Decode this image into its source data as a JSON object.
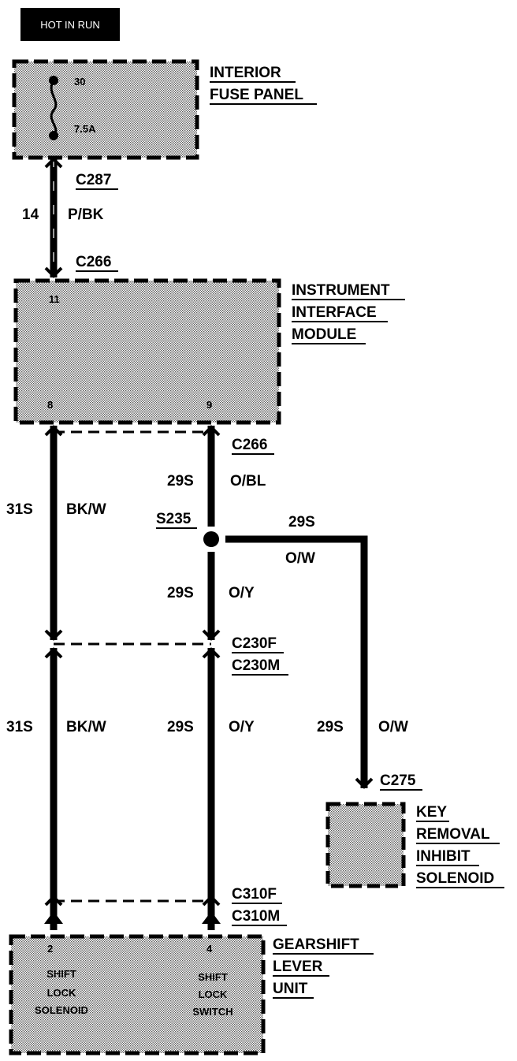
{
  "header_badge": "HOT IN RUN",
  "fuse_panel": {
    "title_lines": [
      "INTERIOR",
      "FUSE PANEL"
    ],
    "fuse_top": "30",
    "fuse_rating": "7.5A"
  },
  "connectors": {
    "c287": "C287",
    "c266_top": "C266",
    "c266_bottom": "C266",
    "c230f": "C230F",
    "c230m": "C230M",
    "c310f": "C310F",
    "c310m": "C310M",
    "c275": "C275"
  },
  "splice": "S235",
  "wires": {
    "feed_circuit": "14",
    "feed_color": "P/BK",
    "left_upper_circuit": "31S",
    "left_upper_color": "BK/W",
    "mid_upper_circuit": "29S",
    "mid_upper_color": "O/BL",
    "branch_circuit": "29S",
    "branch_color": "O/W",
    "mid_lower_circuit": "29S",
    "mid_lower_color": "O/Y",
    "left_lower_circuit": "31S",
    "left_lower_color": "BK/W",
    "mid_bottom_circuit": "29S",
    "mid_bottom_color": "O/Y",
    "right_circuit": "29S",
    "right_color": "O/W"
  },
  "iim": {
    "title_lines": [
      "INSTRUMENT",
      "INTERFACE",
      "MODULE"
    ],
    "pin_top": "11",
    "pin_left": "8",
    "pin_right": "9"
  },
  "krs": {
    "title_lines": [
      "KEY",
      "REMOVAL",
      "INHIBIT",
      "SOLENOID"
    ]
  },
  "gearshift": {
    "title_lines": [
      "GEARSHIFT",
      "LEVER",
      "UNIT"
    ],
    "pin_left": "2",
    "pin_right": "4",
    "left_component_lines": [
      "SHIFT",
      "LOCK",
      "SOLENOID"
    ],
    "right_component_lines": [
      "SHIFT",
      "LOCK",
      "SWITCH"
    ]
  }
}
